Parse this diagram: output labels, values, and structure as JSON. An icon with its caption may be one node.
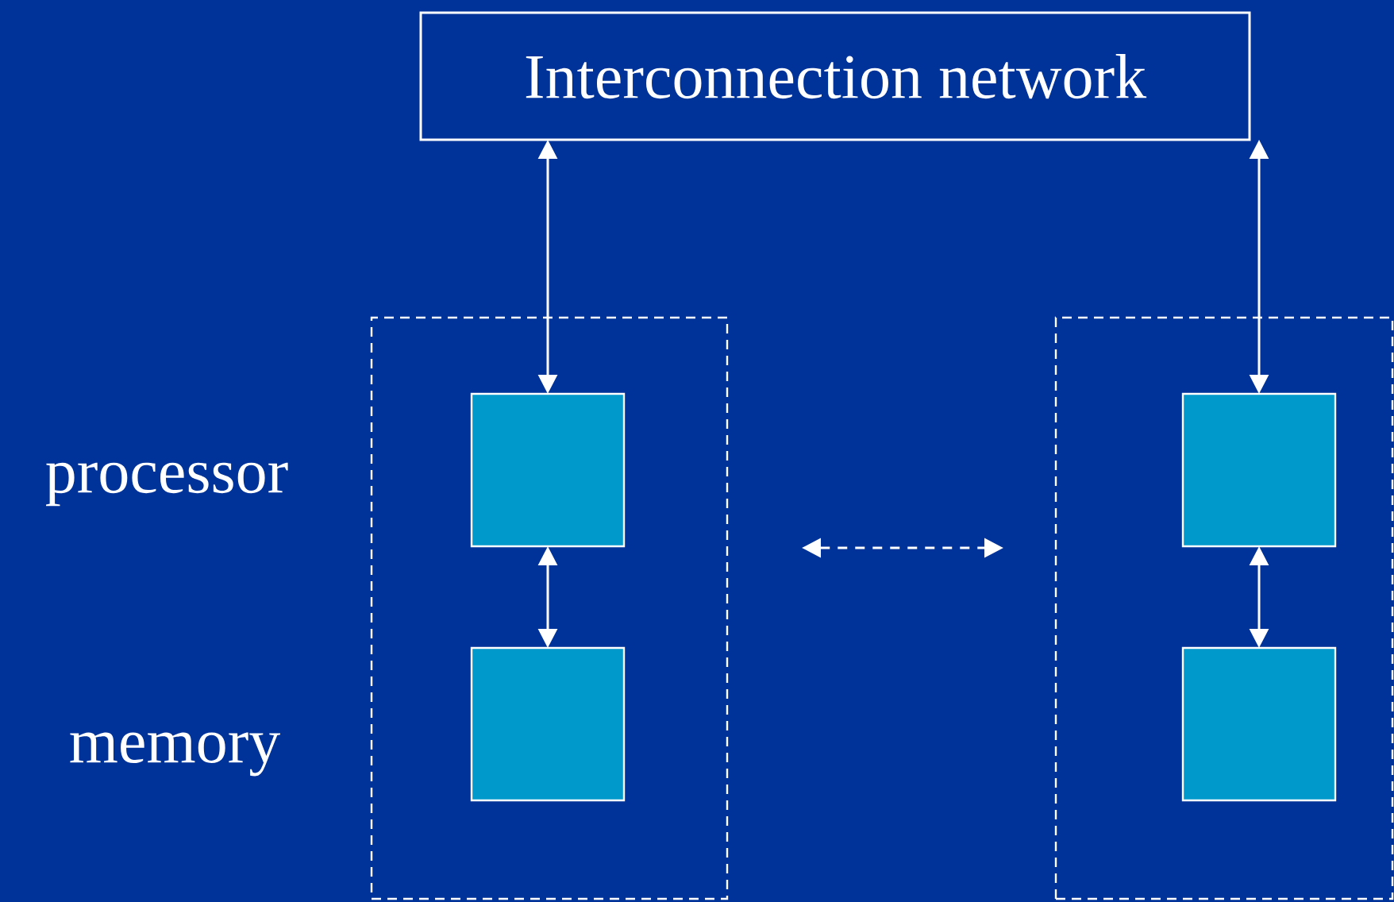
{
  "diagram": {
    "nodes": [
      {
        "text": [
          "Interconnection network"
        ]
      },
      {
        "text": [],
        "shape": "box"
      },
      {
        "text": [],
        "shape": "box",
        "in": 1
      },
      {
        "text": [],
        "shape": "box",
        "in": 1
      },
      {
        "text": [],
        "shape": "box"
      },
      {
        "text": [],
        "shape": "box",
        "in": 4
      },
      {
        "text": [],
        "shape": "box",
        "in": 4
      }
    ],
    "edges": [
      {
        "from": 0,
        "to": 2,
        "arrow": "both"
      },
      {
        "from": 0,
        "to": 5,
        "arrow": "both"
      },
      {
        "from": 2,
        "to": 3,
        "arrow": "both"
      },
      {
        "from": 5,
        "to": 6,
        "arrow": "both"
      },
      {
        "from": 1,
        "to": 4,
        "arrow": "both",
        "style": "dashed"
      }
    ],
    "labels": [
      "processor",
      "memory"
    ]
  }
}
